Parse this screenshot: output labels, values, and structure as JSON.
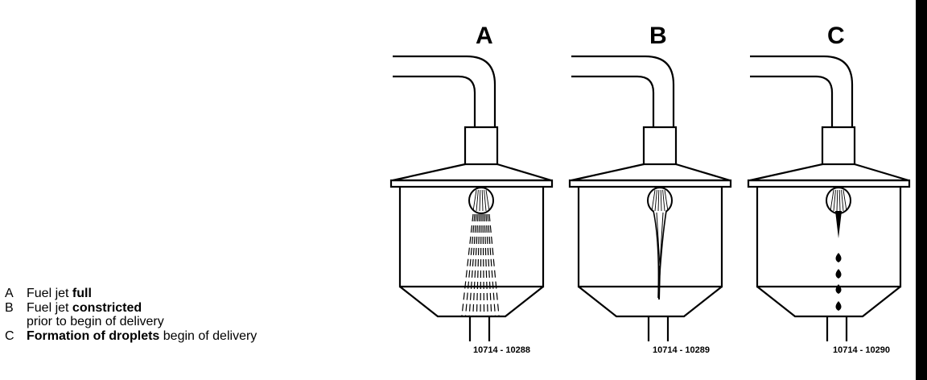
{
  "panels": [
    {
      "letter": "A",
      "code": "10714 - 10288",
      "state": "full-jet"
    },
    {
      "letter": "B",
      "code": "10714 - 10289",
      "state": "constricted-jet"
    },
    {
      "letter": "C",
      "code": "10714 - 10290",
      "state": "droplets"
    }
  ],
  "legend": [
    {
      "key": "A",
      "plain": "Fuel jet ",
      "bold": "full",
      "rest": ""
    },
    {
      "key": "B",
      "plain": "Fuel jet ",
      "bold": "constricted",
      "rest": ""
    },
    {
      "key": "",
      "plain": "prior to begin of delivery",
      "bold": "",
      "rest": ""
    },
    {
      "key": "C",
      "plain": "",
      "bold": "Formation of droplets",
      "rest": " begin of delivery"
    }
  ]
}
